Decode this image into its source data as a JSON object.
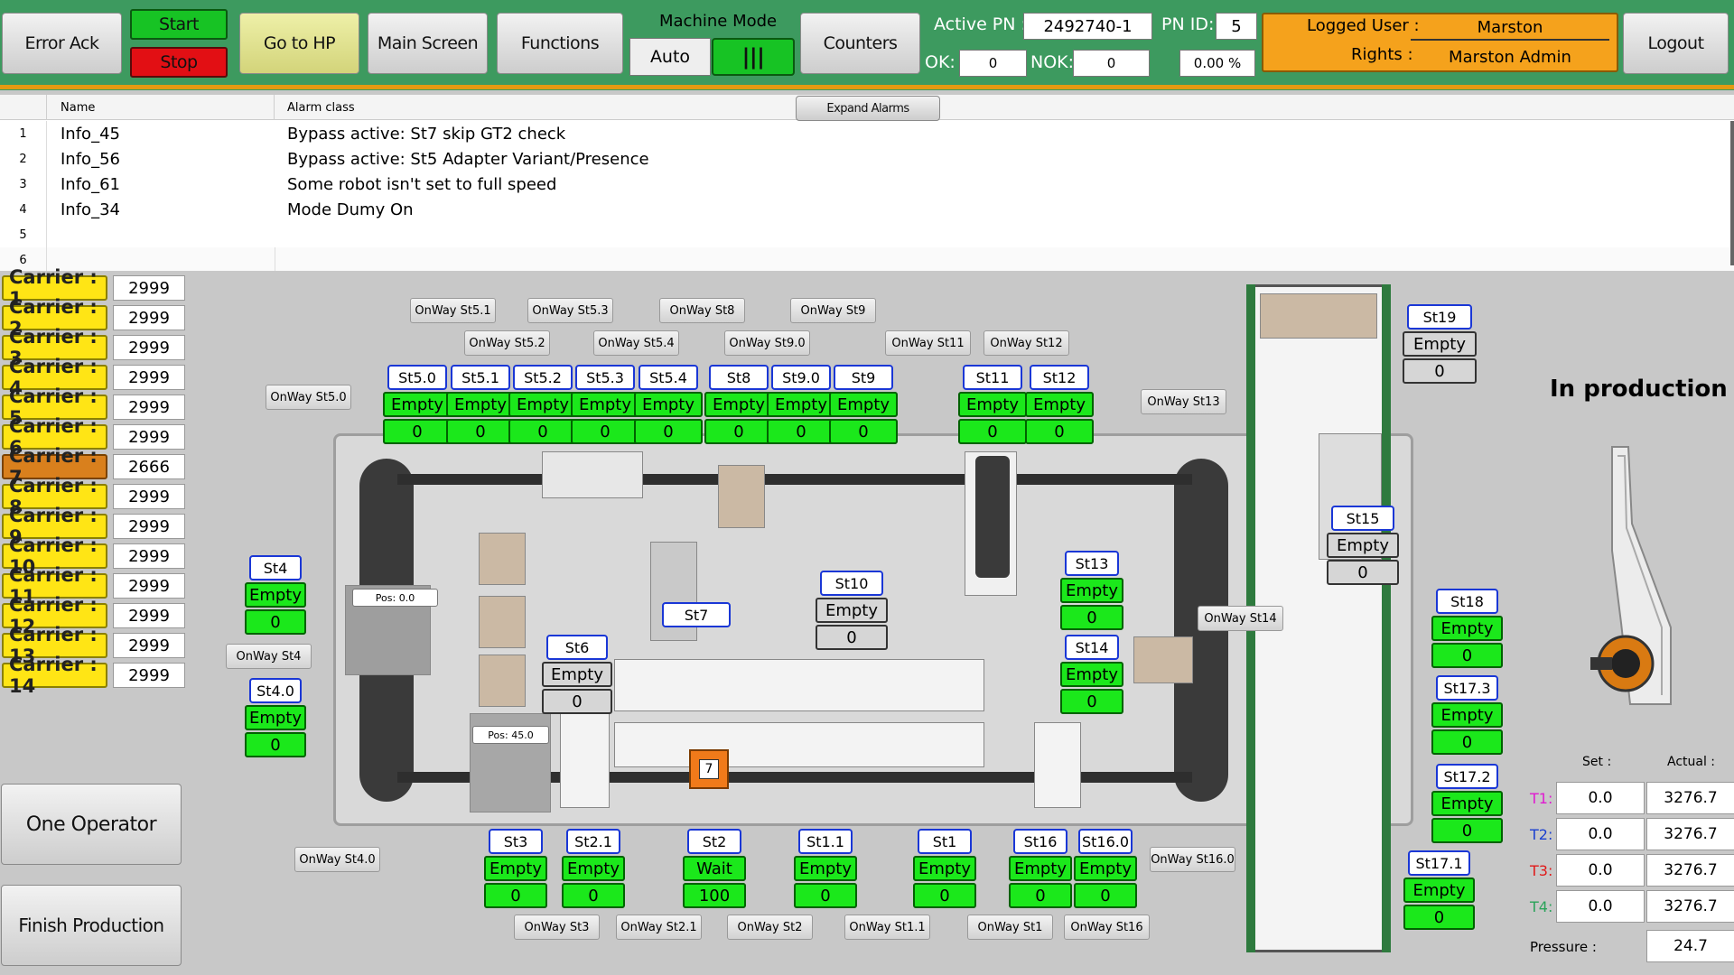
{
  "header": {
    "error_ack": "Error Ack",
    "start": "Start",
    "stop": "Stop",
    "go_to_hp": "Go to HP",
    "main_screen": "Main Screen",
    "functions": "Functions",
    "machine_mode_label": "Machine Mode",
    "machine_mode_value": "Auto",
    "machine_mode_toggle": "|||",
    "counters": "Counters",
    "active_pn_label": "Active PN :",
    "active_pn_value": "2492740-1",
    "pn_id_label": "PN ID:",
    "pn_id_value": "5",
    "ok_label": "OK:",
    "ok_value": "0",
    "nok_label": "NOK:",
    "nok_value": "0",
    "percent_value": "0.00 %",
    "logged_user_label": "Logged User :",
    "logged_user_value": "Marston",
    "rights_label": "Rights :",
    "rights_value": "Marston Admin",
    "logout": "Logout"
  },
  "alarms": {
    "col_name": "Name",
    "col_class": "Alarm class",
    "expand": "Expand Alarms",
    "rows": [
      {
        "n": "1",
        "name": "Info_45",
        "cls": "Bypass active: St7 skip GT2 check"
      },
      {
        "n": "2",
        "name": "Info_56",
        "cls": "Bypass active: St5 Adapter Variant/Presence"
      },
      {
        "n": "3",
        "name": "Info_61",
        "cls": "Some robot isn't set to full speed"
      },
      {
        "n": "4",
        "name": "Info_34",
        "cls": "Mode Dumy On"
      },
      {
        "n": "5",
        "name": "",
        "cls": ""
      },
      {
        "n": "6",
        "name": "",
        "cls": ""
      }
    ]
  },
  "carriers": [
    {
      "label": "Carrier : 1",
      "value": "2999"
    },
    {
      "label": "Carrier : 2",
      "value": "2999"
    },
    {
      "label": "Carrier : 3",
      "value": "2999"
    },
    {
      "label": "Carrier : 4",
      "value": "2999"
    },
    {
      "label": "Carrier : 5",
      "value": "2999"
    },
    {
      "label": "Carrier : 6",
      "value": "2999"
    },
    {
      "label": "Carrier : 7",
      "value": "2666"
    },
    {
      "label": "Carrier : 8",
      "value": "2999"
    },
    {
      "label": "Carrier : 9",
      "value": "2999"
    },
    {
      "label": "Carrier : 10",
      "value": "2999"
    },
    {
      "label": "Carrier : 11",
      "value": "2999"
    },
    {
      "label": "Carrier : 12",
      "value": "2999"
    },
    {
      "label": "Carrier : 13",
      "value": "2999"
    },
    {
      "label": "Carrier : 14",
      "value": "2999"
    }
  ],
  "buttons": {
    "one_operator": "One Operator",
    "finish_production": "Finish Production"
  },
  "stations": {
    "st50": {
      "name": "St5.0",
      "state": "Empty",
      "count": "0"
    },
    "st51": {
      "name": "St5.1",
      "state": "Empty",
      "count": "0"
    },
    "st52": {
      "name": "St5.2",
      "state": "Empty",
      "count": "0"
    },
    "st53": {
      "name": "St5.3",
      "state": "Empty",
      "count": "0"
    },
    "st54": {
      "name": "St5.4",
      "state": "Empty",
      "count": "0"
    },
    "st8": {
      "name": "St8",
      "state": "Empty",
      "count": "0"
    },
    "st90": {
      "name": "St9.0",
      "state": "Empty",
      "count": "0"
    },
    "st9": {
      "name": "St9",
      "state": "Empty",
      "count": "0"
    },
    "st11": {
      "name": "St11",
      "state": "Empty",
      "count": "0"
    },
    "st12": {
      "name": "St12",
      "state": "Empty",
      "count": "0"
    },
    "st19": {
      "name": "St19",
      "state": "Empty",
      "count": "0"
    },
    "st15": {
      "name": "St15",
      "state": "Empty",
      "count": "0"
    },
    "st4": {
      "name": "St4",
      "state": "Empty",
      "count": "0"
    },
    "st40": {
      "name": "St4.0",
      "state": "Empty",
      "count": "0"
    },
    "st6": {
      "name": "St6",
      "state": "Empty",
      "count": "0"
    },
    "st7": {
      "name": "St7"
    },
    "st10": {
      "name": "St10",
      "state": "Empty",
      "count": "0"
    },
    "st13": {
      "name": "St13",
      "state": "Empty",
      "count": "0"
    },
    "st14": {
      "name": "St14",
      "state": "Empty",
      "count": "0"
    },
    "st18": {
      "name": "St18",
      "state": "Empty",
      "count": "0"
    },
    "st173": {
      "name": "St17.3",
      "state": "Empty",
      "count": "0"
    },
    "st172": {
      "name": "St17.2",
      "state": "Empty",
      "count": "0"
    },
    "st171": {
      "name": "St17.1",
      "state": "Empty",
      "count": "0"
    },
    "st3": {
      "name": "St3",
      "state": "Empty",
      "count": "0"
    },
    "st21": {
      "name": "St2.1",
      "state": "Empty",
      "count": "0"
    },
    "st2": {
      "name": "St2",
      "state": "Wait",
      "count": "100"
    },
    "st11b": {
      "name": "St1.1",
      "state": "Empty",
      "count": "0"
    },
    "st1": {
      "name": "St1",
      "state": "Empty",
      "count": "0"
    },
    "st16": {
      "name": "St16",
      "state": "Empty",
      "count": "0"
    },
    "st160": {
      "name": "St16.0",
      "state": "Empty",
      "count": "0"
    }
  },
  "oneway": {
    "st51": "OnWay St5.1",
    "st53": "OnWay St5.3",
    "st8": "OnWay St8",
    "st9": "OnWay St9",
    "st52": "OnWay St5.2",
    "st54": "OnWay St5.4",
    "st90": "OnWay St9.0",
    "st11": "OnWay St11",
    "st12": "OnWay St12",
    "st50": "OnWay St5.0",
    "st13": "OnWay St13",
    "st4": "OnWay St4",
    "st14": "OnWay St14",
    "st40": "OnWay St4.0",
    "st160": "OnWay St16.0",
    "st3": "OnWay St3",
    "st21": "OnWay St2.1",
    "st2": "OnWay St2",
    "st11b": "OnWay St1.1",
    "st1": "OnWay St1",
    "st16": "OnWay St16"
  },
  "machine": {
    "pos1": "Pos: 0.0",
    "pos2": "Pos: 45.0",
    "carrier_marker": "7"
  },
  "production": {
    "title": "In production"
  },
  "temps": {
    "set_label": "Set :",
    "actual_label": "Actual :",
    "rows": [
      {
        "label": "T1:",
        "color": "#e01ad0",
        "set": "0.0",
        "actual": "3276.7"
      },
      {
        "label": "T2:",
        "color": "#1a3fd0",
        "set": "0.0",
        "actual": "3276.7"
      },
      {
        "label": "T3:",
        "color": "#e01a1a",
        "set": "0.0",
        "actual": "3276.7"
      },
      {
        "label": "T4:",
        "color": "#2aa35a",
        "set": "0.0",
        "actual": "3276.7"
      }
    ],
    "pressure_label": "Pressure :",
    "pressure_value": "24.7"
  }
}
